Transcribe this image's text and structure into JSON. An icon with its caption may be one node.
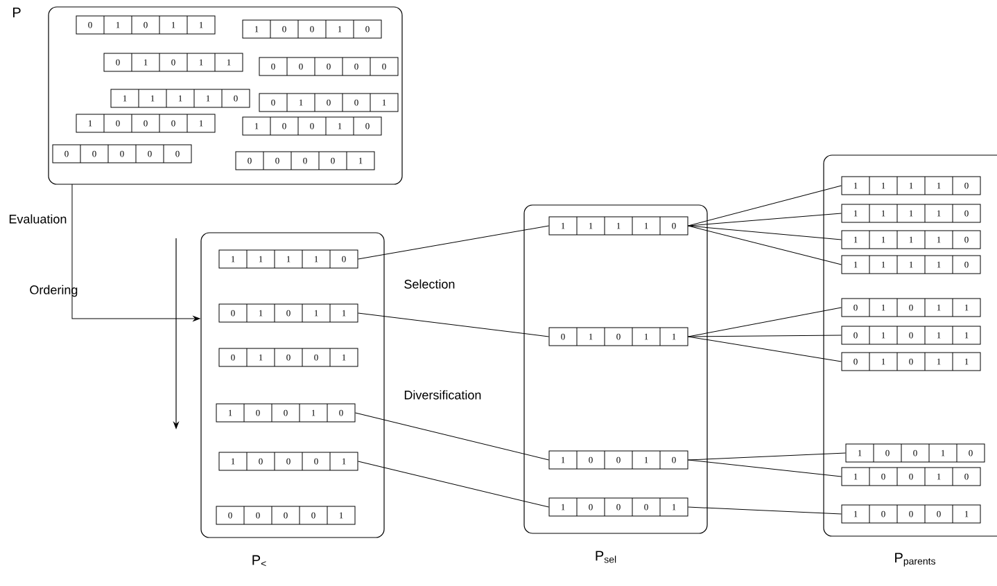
{
  "diagram": {
    "nodes": [
      {
        "text": [],
        "shape": "box",
        "beside": [
          "P"
        ]
      },
      {
        "text": [
          "0",
          "1",
          "0",
          "1",
          "1"
        ],
        "in": 0
      },
      {
        "text": [
          "1",
          "0",
          "0",
          "1",
          "0"
        ],
        "in": 0
      },
      {
        "text": [
          "0",
          "1",
          "0",
          "1",
          "1"
        ],
        "in": 0
      },
      {
        "text": [
          "0",
          "0",
          "0",
          "0",
          "0"
        ],
        "in": 0
      },
      {
        "text": [
          "1",
          "1",
          "1",
          "1",
          "0"
        ],
        "in": 0
      },
      {
        "text": [
          "0",
          "1",
          "0",
          "0",
          "1"
        ],
        "in": 0
      },
      {
        "text": [
          "1",
          "0",
          "0",
          "0",
          "1"
        ],
        "in": 0
      },
      {
        "text": [
          "1",
          "0",
          "0",
          "1",
          "0"
        ],
        "in": 0
      },
      {
        "text": [
          "0",
          "0",
          "0",
          "0",
          "0"
        ],
        "in": 0
      },
      {
        "text": [
          "0",
          "0",
          "0",
          "0",
          "1"
        ],
        "in": 0
      },
      {
        "text": [],
        "shape": "box",
        "beside": [
          "P$_{<}$"
        ]
      },
      {
        "text": [
          "1",
          "1",
          "1",
          "1",
          "0"
        ],
        "in": 11
      },
      {
        "text": [
          "0",
          "1",
          "0",
          "1",
          "1"
        ],
        "in": 11
      },
      {
        "text": [
          "0",
          "1",
          "0",
          "0",
          "1"
        ],
        "in": 11
      },
      {
        "text": [
          "1",
          "0",
          "0",
          "1",
          "0"
        ],
        "in": 11
      },
      {
        "text": [
          "1",
          "0",
          "0",
          "0",
          "1"
        ],
        "in": 11
      },
      {
        "text": [
          "0",
          "0",
          "0",
          "0",
          "1"
        ],
        "in": 11
      },
      {
        "text": [],
        "shape": "box",
        "beside": [
          "P$_{sel}$"
        ]
      },
      {
        "text": [
          "1",
          "1",
          "1",
          "1",
          "0"
        ],
        "in": 18
      },
      {
        "text": [
          "0",
          "1",
          "0",
          "1",
          "1"
        ],
        "in": 18
      },
      {
        "text": [
          "1",
          "0",
          "0",
          "1",
          "0"
        ],
        "in": 18
      },
      {
        "text": [
          "1",
          "0",
          "0",
          "0",
          "1"
        ],
        "in": 18
      },
      {
        "text": [],
        "shape": "box",
        "beside": [
          "P$_{parents}$"
        ]
      },
      {
        "text": [
          "1",
          "1",
          "1",
          "1",
          "0"
        ],
        "in": 23
      },
      {
        "text": [
          "1",
          "1",
          "1",
          "1",
          "0"
        ],
        "in": 23
      },
      {
        "text": [
          "1",
          "1",
          "1",
          "1",
          "0"
        ],
        "in": 23
      },
      {
        "text": [
          "1",
          "1",
          "1",
          "1",
          "0"
        ],
        "in": 23
      },
      {
        "text": [
          "0",
          "1",
          "0",
          "1",
          "1"
        ],
        "in": 23
      },
      {
        "text": [
          "0",
          "1",
          "0",
          "1",
          "1"
        ],
        "in": 23
      },
      {
        "text": [
          "0",
          "1",
          "0",
          "1",
          "1"
        ],
        "in": 23
      },
      {
        "text": [
          "1",
          "0",
          "0",
          "1",
          "0"
        ],
        "in": 23
      },
      {
        "text": [
          "1",
          "0",
          "0",
          "1",
          "0"
        ],
        "in": 23
      },
      {
        "text": [
          "1",
          "0",
          "0",
          "0",
          "1"
        ],
        "in": 23
      }
    ],
    "edges": [
      {
        "from": 0,
        "to": 11,
        "arrow": "to"
      },
      {
        "from": 12,
        "to": 19,
        "arrow": "none"
      },
      {
        "from": 13,
        "to": 20,
        "arrow": "none"
      },
      {
        "from": 15,
        "to": 21,
        "arrow": "none"
      },
      {
        "from": 16,
        "to": 22,
        "arrow": "none"
      },
      {
        "from": 19,
        "to": 24,
        "arrow": "none"
      },
      {
        "from": 19,
        "to": 25,
        "arrow": "none"
      },
      {
        "from": 19,
        "to": 26,
        "arrow": "none"
      },
      {
        "from": 19,
        "to": 27,
        "arrow": "none"
      },
      {
        "from": 20,
        "to": 28,
        "arrow": "none"
      },
      {
        "from": 20,
        "to": 29,
        "arrow": "none"
      },
      {
        "from": 20,
        "to": 30,
        "arrow": "none"
      },
      {
        "from": 21,
        "to": 31,
        "arrow": "none"
      },
      {
        "from": 21,
        "to": 32,
        "arrow": "none"
      },
      {
        "from": 22,
        "to": 33,
        "arrow": "none"
      }
    ],
    "labels": [
      "Evaluation",
      "Ordering",
      "Selection",
      "Diversification"
    ]
  }
}
